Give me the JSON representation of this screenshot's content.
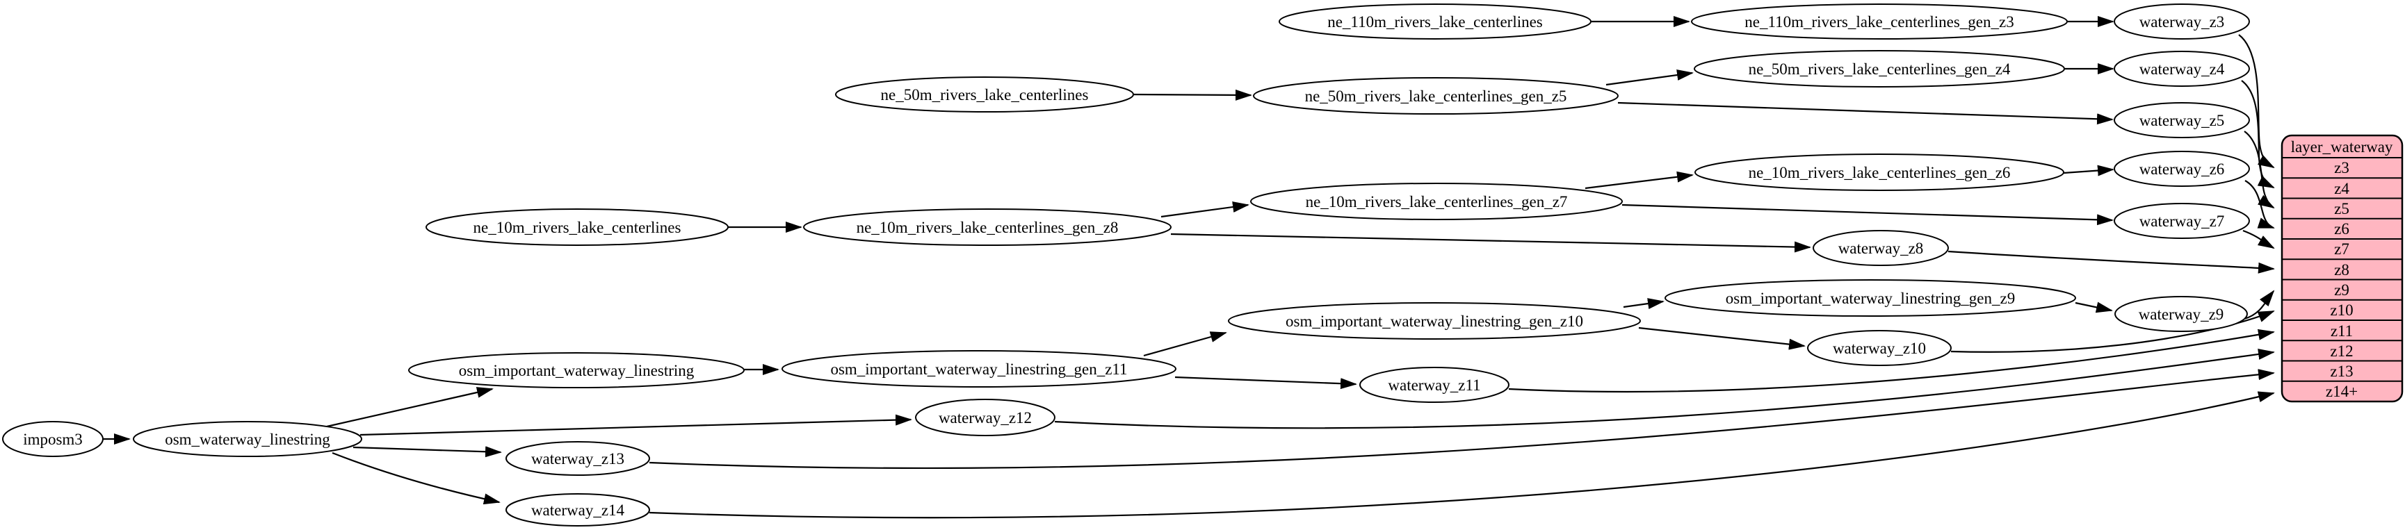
{
  "diagram": {
    "kind": "graphviz-etl-diagram",
    "background": "#ffffff",
    "edge_color": "#000000",
    "node_fill": "#ffffff",
    "node_stroke": "#000000"
  },
  "nodes": {
    "imposm3": "imposm3",
    "osm_waterway_linestring": "osm_waterway_linestring",
    "osm_important_waterway_linestring": "osm_important_waterway_linestring",
    "osm_important_waterway_linestring_gen_z11": "osm_important_waterway_linestring_gen_z11",
    "osm_important_waterway_linestring_gen_z10": "osm_important_waterway_linestring_gen_z10",
    "osm_important_waterway_linestring_gen_z9": "osm_important_waterway_linestring_gen_z9",
    "ne_110m_rivers_lake_centerlines": "ne_110m_rivers_lake_centerlines",
    "ne_110m_rivers_lake_centerlines_gen_z3": "ne_110m_rivers_lake_centerlines_gen_z3",
    "ne_50m_rivers_lake_centerlines": "ne_50m_rivers_lake_centerlines",
    "ne_50m_rivers_lake_centerlines_gen_z5": "ne_50m_rivers_lake_centerlines_gen_z5",
    "ne_50m_rivers_lake_centerlines_gen_z4": "ne_50m_rivers_lake_centerlines_gen_z4",
    "ne_10m_rivers_lake_centerlines": "ne_10m_rivers_lake_centerlines",
    "ne_10m_rivers_lake_centerlines_gen_z8": "ne_10m_rivers_lake_centerlines_gen_z8",
    "ne_10m_rivers_lake_centerlines_gen_z7": "ne_10m_rivers_lake_centerlines_gen_z7",
    "ne_10m_rivers_lake_centerlines_gen_z6": "ne_10m_rivers_lake_centerlines_gen_z6",
    "waterway_z3": "waterway_z3",
    "waterway_z4": "waterway_z4",
    "waterway_z5": "waterway_z5",
    "waterway_z6": "waterway_z6",
    "waterway_z7": "waterway_z7",
    "waterway_z8": "waterway_z8",
    "waterway_z9": "waterway_z9",
    "waterway_z10": "waterway_z10",
    "waterway_z11": "waterway_z11",
    "waterway_z12": "waterway_z12",
    "waterway_z13": "waterway_z13",
    "waterway_z14": "waterway_z14"
  },
  "record": {
    "title": "layer_waterway",
    "rows": [
      "z3",
      "z4",
      "z5",
      "z6",
      "z7",
      "z8",
      "z9",
      "z10",
      "z11",
      "z12",
      "z13",
      "z14+"
    ],
    "fill": "#ffb6c1",
    "border": "#000000"
  }
}
